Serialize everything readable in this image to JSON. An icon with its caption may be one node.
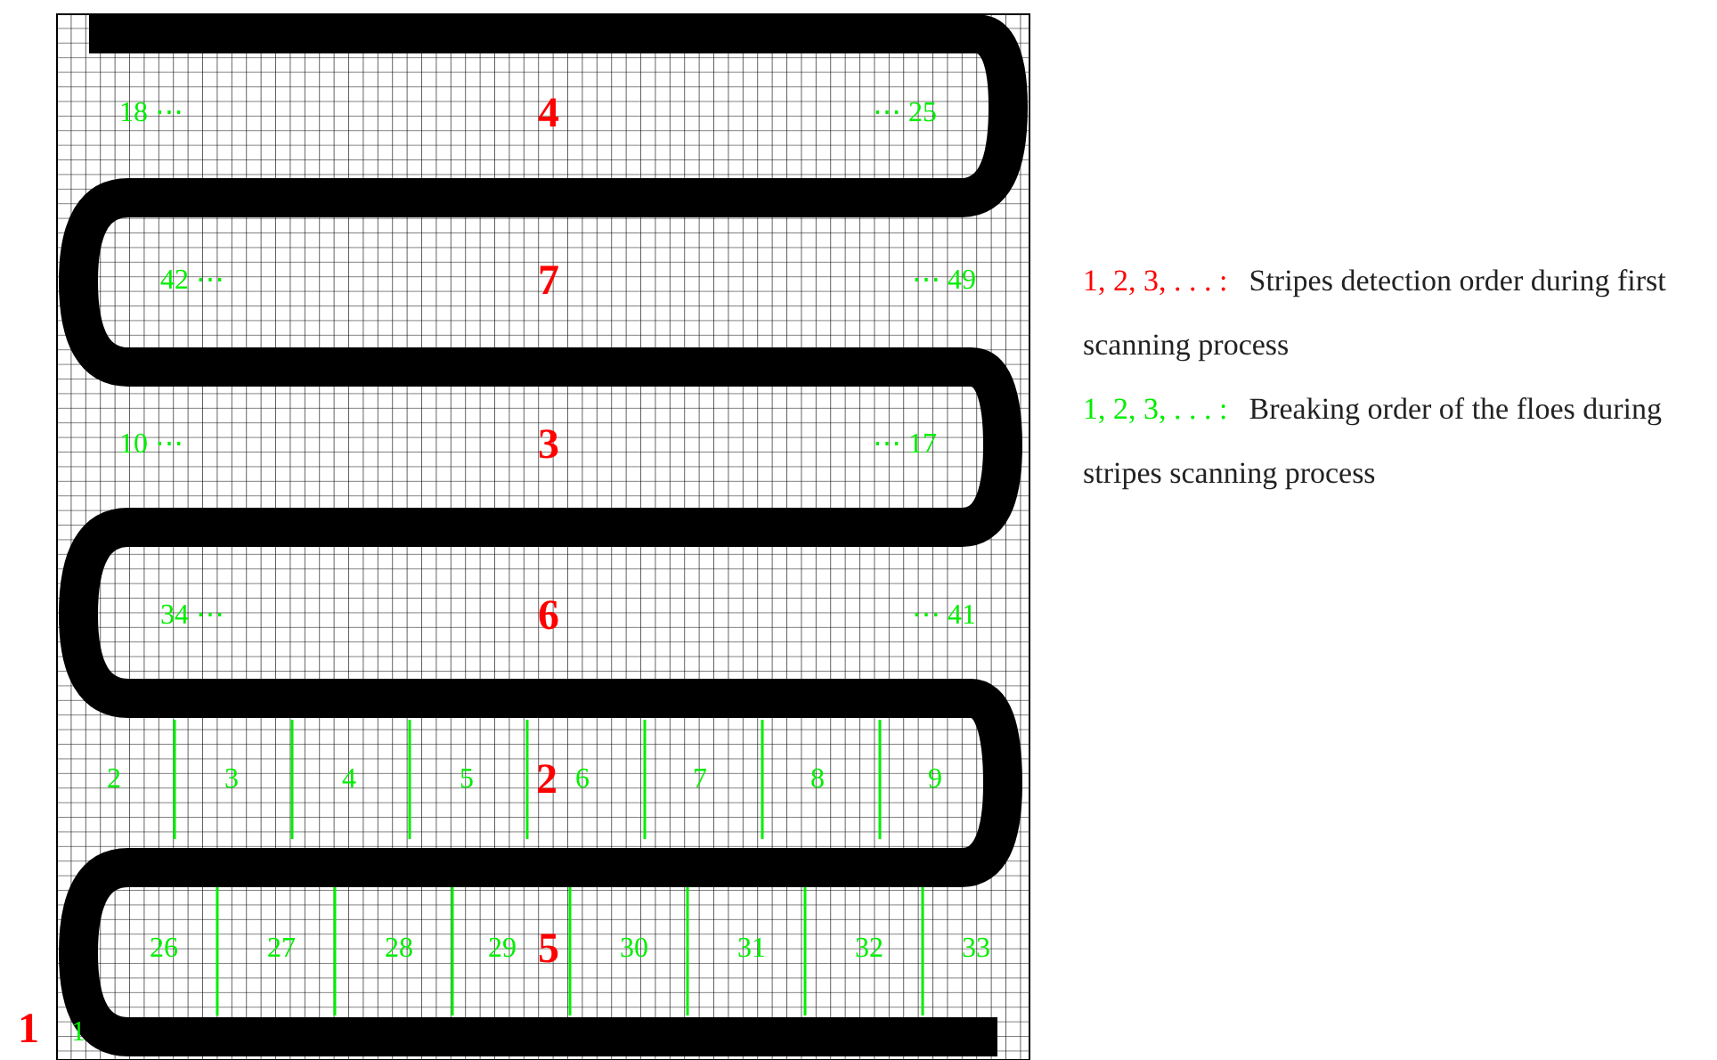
{
  "diagram": {
    "labels": [
      "18 ⋯",
      "4",
      "⋯ 25",
      "42 ⋯",
      "7",
      "⋯ 49",
      "10 ⋯",
      "3",
      "⋯ 17",
      "34 ⋯",
      "6",
      "⋯ 41",
      "2",
      "3",
      "4",
      "5",
      "2",
      "6",
      "7",
      "8",
      "9",
      "26",
      "27",
      "28",
      "29",
      "5",
      "30",
      "31",
      "32",
      "33",
      "1",
      "1",
      "1, 2, 3, . . . :",
      "1, 2, 3, . . . :"
    ],
    "legend": [
      {
        "text": "Stripes detection order during first scanning process",
        "color": "#ff0000"
      },
      {
        "text": "Breaking order of the floes during stripes scanning process",
        "color": "#00ee00"
      }
    ]
  }
}
